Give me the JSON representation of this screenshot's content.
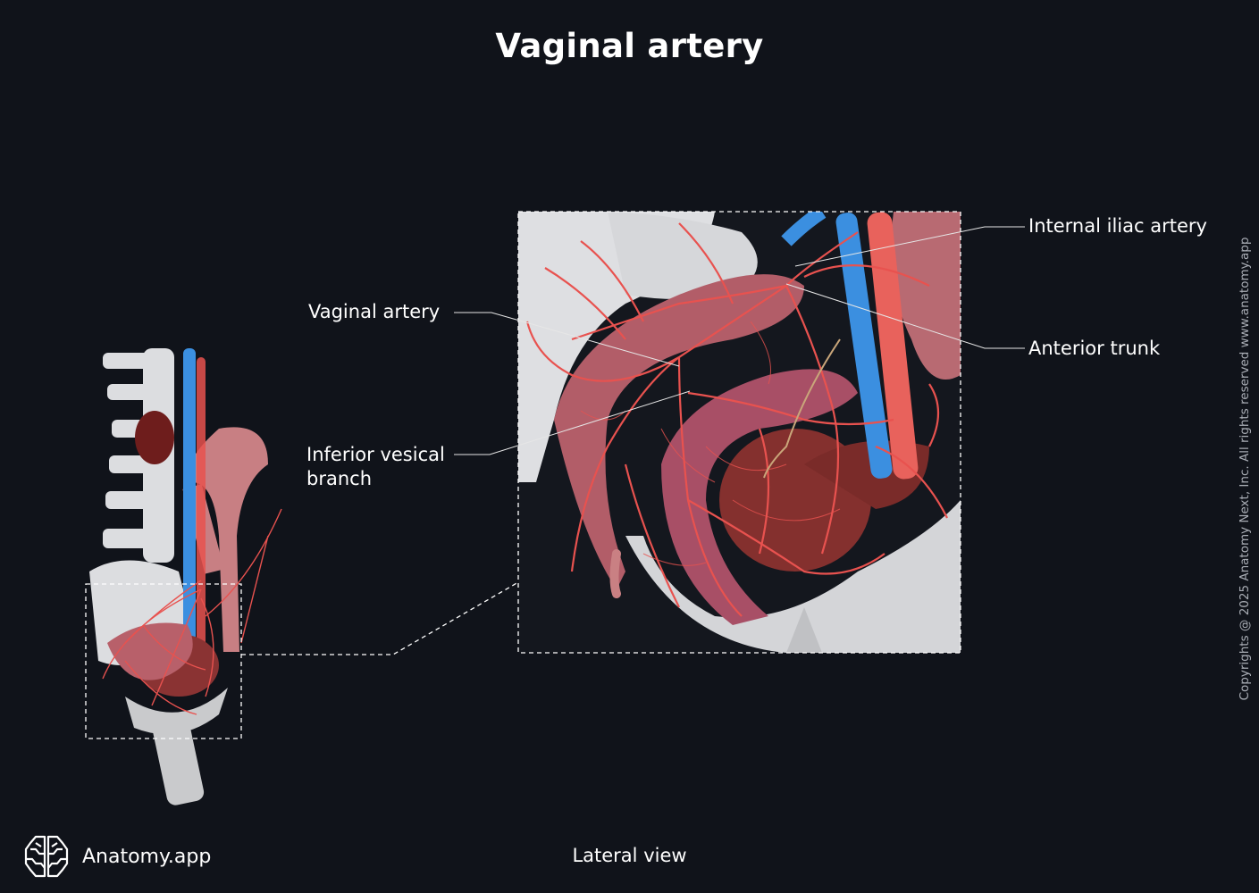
{
  "title": "Vaginal artery",
  "labels": {
    "internal_iliac_artery": "Internal iliac artery",
    "anterior_trunk": "Anterior trunk",
    "vaginal_artery": "Vaginal artery",
    "inferior_vesical_branch_line1": "Inferior vesical",
    "inferior_vesical_branch_line2": "branch"
  },
  "view": "Lateral view",
  "brand": "Anatomy.app",
  "copyright": "Copyrights @ 2025 Anatomy Next, Inc. All rights reserved www.anatomy.app",
  "colors": {
    "background": "#10131a",
    "artery": "#e8524f",
    "vein": "#3b8fe0",
    "bone": "#d9dadc",
    "organ": "#c9737a"
  },
  "icons": {
    "logo": "brain-icon"
  }
}
